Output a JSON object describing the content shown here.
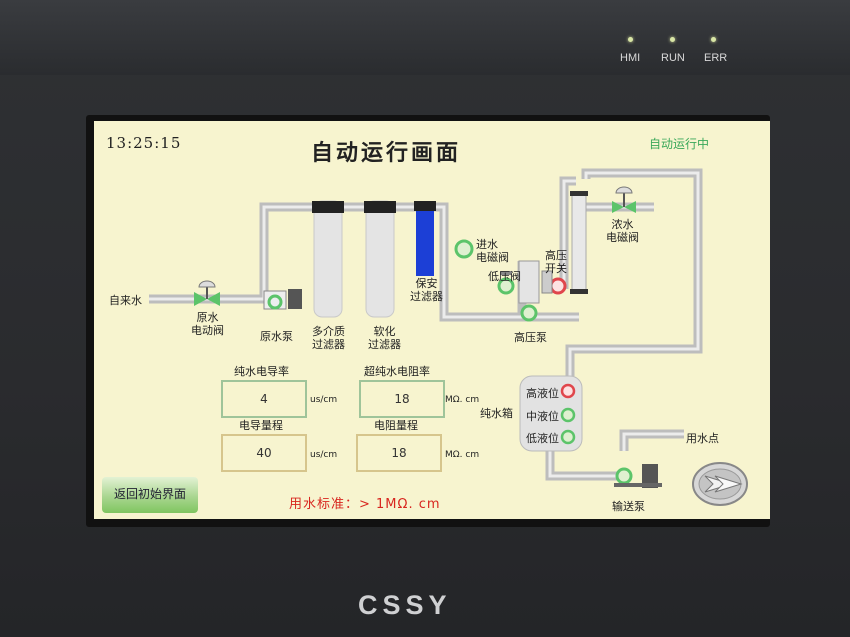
{
  "device": {
    "leds": [
      "HMI",
      "RUN",
      "ERR"
    ],
    "brand": "CSSY"
  },
  "header": {
    "clock": "13:25:15",
    "title": "自动运行画面",
    "status": "自动运行中"
  },
  "diagram": {
    "tap_water": "自来水",
    "raw_valve": "原水\n电动阀",
    "raw_pump": "原水泵",
    "multi_filter": "多介质\n过滤器",
    "softener": "软化\n过滤器",
    "security_filter": "保安\n过滤器",
    "inlet_valve": "进水\n电磁阀",
    "low_pressure_valve": "低压阀",
    "high_pressure_switch": "高压\n开关",
    "high_pressure_pump": "高压泵",
    "concentrate_valve": "浓水\n电磁阀",
    "pure_tank": "纯水箱",
    "level_high": "高液位",
    "level_mid": "中液位",
    "level_low": "低液位",
    "use_point": "用水点",
    "transfer_pump": "输送泵"
  },
  "readings": {
    "conductivity_label": "纯水电导率",
    "conductivity_value": "4",
    "conductivity_unit": "us/cm",
    "conductivity_range_label": "电导量程",
    "conductivity_range_value": "40",
    "conductivity_range_unit": "us/cm",
    "resistivity_label": "超纯水电阻率",
    "resistivity_value": "18",
    "resistivity_unit": "MΩ. cm",
    "resistivity_range_label": "电阻量程",
    "resistivity_range_value": "18",
    "resistivity_range_unit": "MΩ. cm"
  },
  "footer": {
    "back_button": "返回初始界面",
    "standard": "用水标准：> 1MΩ. cm"
  },
  "colors": {
    "screen_bg": "#f7f4cf",
    "pipe": "#d8d8d8",
    "valve_green": "#5cc46a",
    "switch_red": "#e0464c",
    "filter_blue": "#1c3fd6",
    "status_green": "#3aa85a",
    "standard_red": "#d8261f"
  }
}
